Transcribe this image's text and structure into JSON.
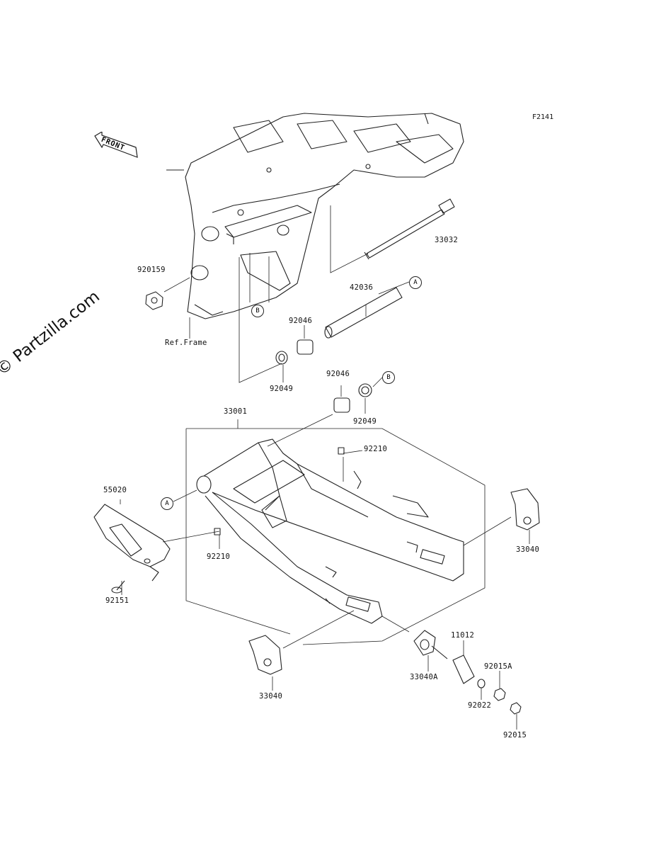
{
  "figure_code": "F2141",
  "watermark": "© Partzilla.com",
  "front_label": "FRONT",
  "ref_frame": "Ref.Frame",
  "ref_markers": {
    "a1": "A",
    "a2": "A",
    "b1": "B",
    "b2": "B"
  },
  "parts": {
    "p920159": "920159",
    "p33032": "33032",
    "p42036": "42036",
    "p92046a": "92046",
    "p92049a": "92049",
    "p92046b": "92046",
    "p92049b": "92049",
    "p33001": "33001",
    "p92210a": "92210",
    "p55020": "55020",
    "p92210b": "92210",
    "p92151": "92151",
    "p33040a": "33040",
    "p33040b": "33040",
    "p33040A": "33040A",
    "p11012": "11012",
    "p92015A": "92015A",
    "p92022": "92022",
    "p92015": "92015"
  }
}
